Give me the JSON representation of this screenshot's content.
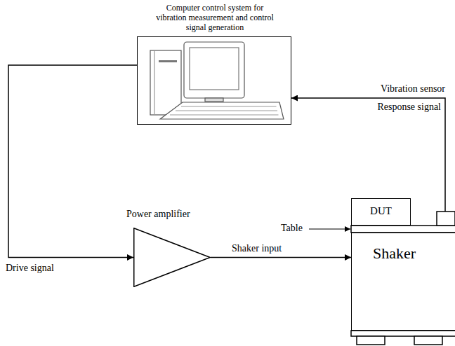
{
  "diagram": {
    "nodes": [
      {
        "text": [
          "Computer control system for vibration measurement and control signal generation"
        ]
      },
      {
        "text": [
          "Power amplifier"
        ]
      },
      {
        "text": [
          "DUT"
        ]
      },
      {
        "text": [
          "Shaker"
        ]
      }
    ],
    "edges": [
      {
        "from": 0,
        "to": 1,
        "arrow": "to",
        "label": "Drive signal"
      },
      {
        "from": 1,
        "to": 3,
        "arrow": "to",
        "label": "Shaker input"
      },
      {
        "from": 3,
        "to": 0,
        "arrow": "to"
      }
    ],
    "labels": [
      "Table",
      "Vibration sensor",
      "Response signal"
    ]
  }
}
